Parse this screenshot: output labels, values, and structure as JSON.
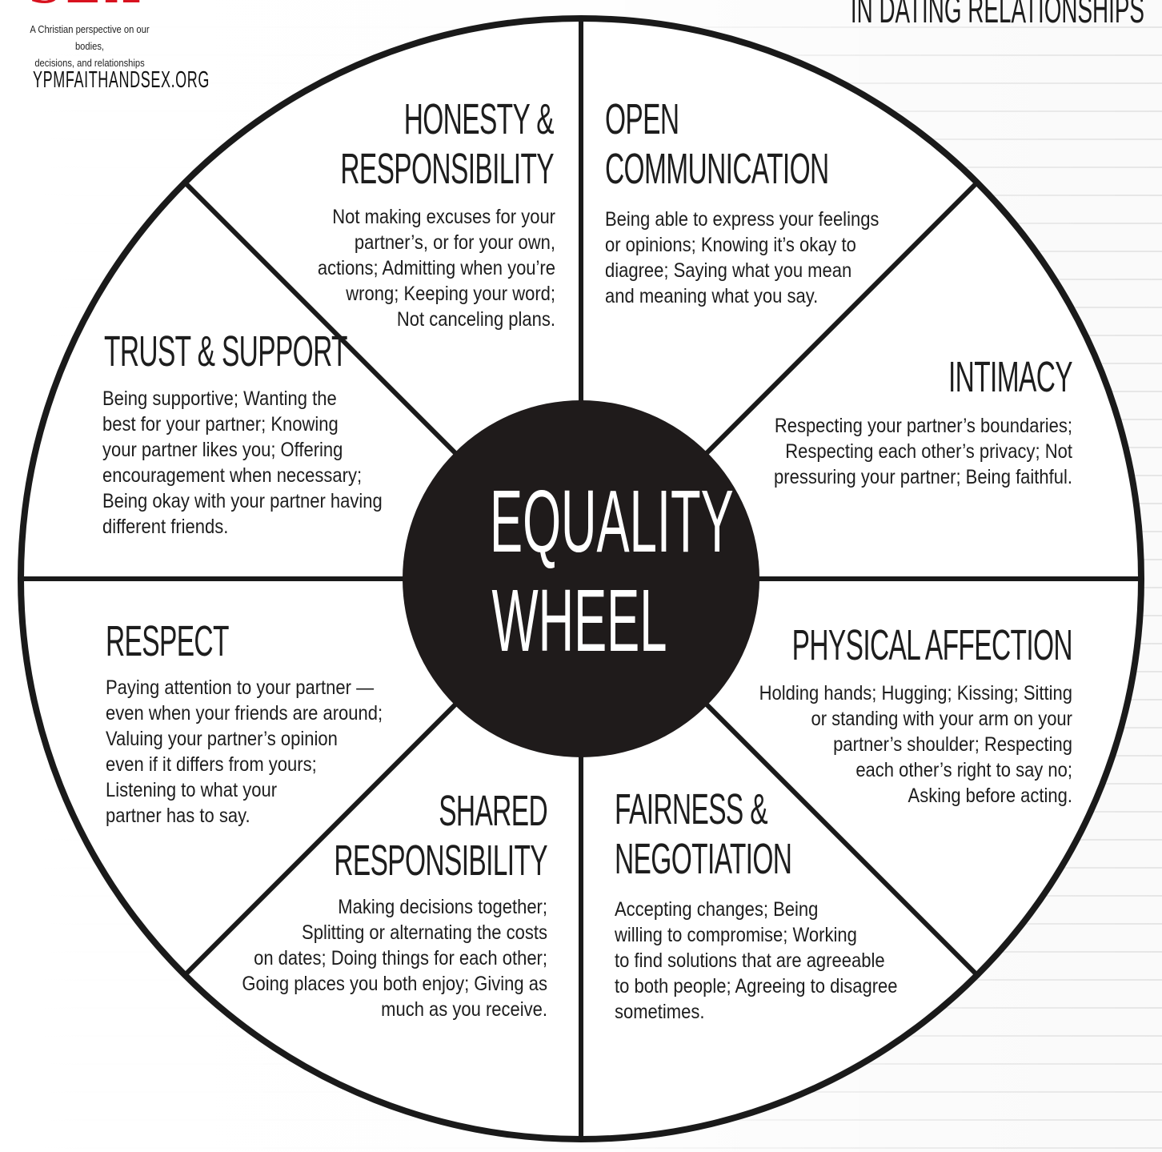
{
  "brand": {
    "mark": "SEX",
    "tagline": "A Christian perspective on our bodies,\ndecisions, and relationships",
    "url": "YPMfaithandsex.org"
  },
  "header": {
    "title": "In dating relationships"
  },
  "hub": {
    "title": "Equality\nWheel"
  },
  "colors": {
    "hub_fill": "#1f1b1b",
    "spoke": "#1a1a1a",
    "text": "#1d1d1d",
    "brand_red": "#d8121f",
    "paper_line": "#d9d9d9"
  },
  "segments": [
    {
      "title": "Honesty &\nResponsibility",
      "body": "Not making excuses for your\npartner’s, or for your own,\nactions; Admitting when you’re\nwrong; Keeping your word;\nNot canceling plans."
    },
    {
      "title": "Open\nCommunication",
      "body": "Being able to express your feelings\nor opinions; Knowing it’s okay to\ndiagree; Saying what you mean\nand meaning what you say."
    },
    {
      "title": "Intimacy",
      "body": "Respecting your partner’s boundaries;\nRespecting each other’s privacy; Not\npressuring your partner; Being faithful."
    },
    {
      "title": "Physical Affection",
      "body": "Holding hands; Hugging; Kissing; Sitting\nor standing with your arm on your\npartner’s shoulder; Respecting\neach other’s right to say no;\nAsking before acting."
    },
    {
      "title": "Fairness &\nNegotiation",
      "body": "Accepting changes; Being\nwilling to compromise; Working\nto find solutions that are agreeable\nto both people; Agreeing to disagree\nsometimes."
    },
    {
      "title": "Shared\nResponsibility",
      "body": "Making decisions together;\nSplitting or alternating the costs\non dates; Doing things for each other;\nGoing places you both enjoy; Giving as\nmuch as you receive."
    },
    {
      "title": "Respect",
      "body": "Paying attention to your partner —\neven when your friends are around;\nValuing your partner’s opinion\neven if it differs from yours;\nListening to what your\npartner has to say."
    },
    {
      "title": "Trust & Support",
      "body": "Being supportive; Wanting the\nbest for your partner; Knowing\nyour partner likes you; Offering\nencouragement when necessary;\nBeing okay with your partner having\ndifferent friends."
    }
  ]
}
